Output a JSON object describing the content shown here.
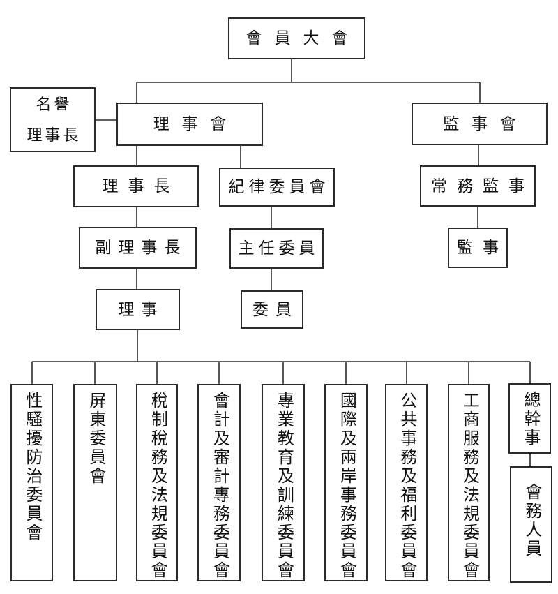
{
  "colors": {
    "background": "#ffffff",
    "line": "#2b2b2b",
    "text": "#111111"
  },
  "org": {
    "root": {
      "label": "會員大會"
    },
    "honorary_chairman": {
      "label": "名譽\n理事長"
    },
    "directors_branch": {
      "board": {
        "label": "理  事  會"
      },
      "chairman": {
        "label": "理事長"
      },
      "vice_chairman": {
        "label": "副理事長"
      },
      "director": {
        "label": "理事"
      },
      "discipline_committee": {
        "label": "紀律委員會"
      },
      "chief_commissioner": {
        "label": "主任委員"
      },
      "commissioner": {
        "label": "委員"
      }
    },
    "supervisors_branch": {
      "board": {
        "label": "監  事  會"
      },
      "standing_supervisor": {
        "label": "常務監事"
      },
      "supervisor": {
        "label": "監事"
      }
    },
    "committees": [
      "性騷擾防治委員會",
      "屏東委員會",
      "稅制稅務及法規委員會",
      "會計及審計專務委員會",
      "專業教育及訓練委員會",
      "國際及兩岸事務委員會",
      "公共事務及福利委員會",
      "工商服務及法規委員會"
    ],
    "secretary_general": {
      "label": "總幹事"
    },
    "staff": {
      "label": "會務人員"
    }
  }
}
